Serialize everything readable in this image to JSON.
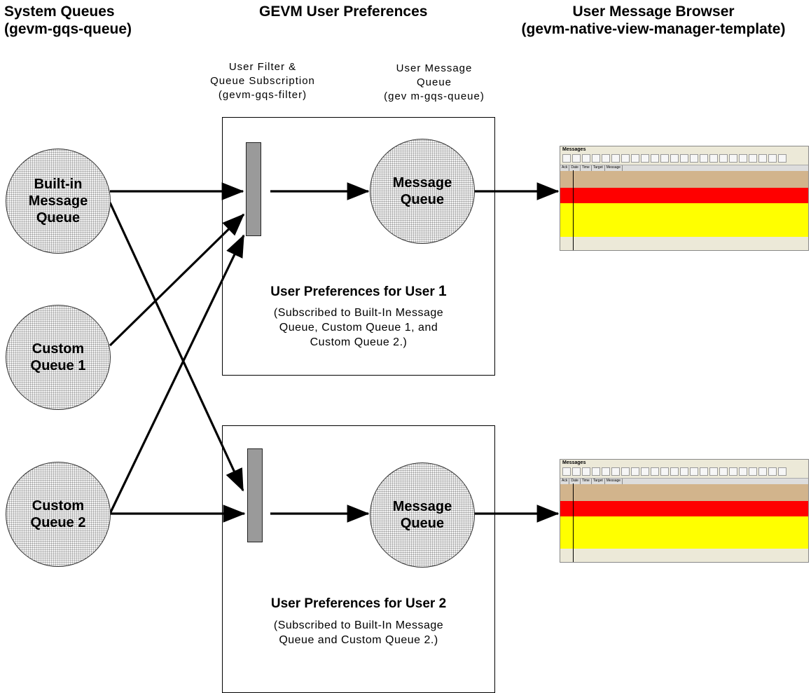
{
  "columns": {
    "system": {
      "title": "System Queues",
      "subtitle": "(gevm-gqs-queue)"
    },
    "prefs": {
      "title": "GEVM User Preferences"
    },
    "browser": {
      "title": "User Message Browser",
      "subtitle": "(gevm-native-view-manager-template)"
    }
  },
  "labels": {
    "filter": [
      "User Filter &",
      "Queue  Subscription",
      "(gevm-gqs-filter)"
    ],
    "message_queue": [
      "User  Message",
      "Queue",
      "(gev m-gqs-queue)"
    ]
  },
  "system_queues": [
    {
      "lines": [
        "Built-in",
        "Message",
        "Queue"
      ]
    },
    {
      "lines": [
        "Custom",
        "Queue 1"
      ]
    },
    {
      "lines": [
        "Custom",
        "Queue 2"
      ]
    }
  ],
  "user_prefs": [
    {
      "title": "User Preferences for User ",
      "num": "1",
      "queue_lines": [
        "Message",
        "Queue"
      ],
      "subtitle": [
        "(Subscribed to Built-In Message",
        "Queue, Custom Queue 1, and",
        "Custom Queue 2.)"
      ]
    },
    {
      "title": "User Preferences for User 2",
      "num": "",
      "queue_lines": [
        "Message",
        "Queue"
      ],
      "subtitle": [
        "(Subscribed to Built-In Message",
        "Queue and Custom Queue 2.)"
      ]
    }
  ],
  "browser_thumbnail": {
    "title": "Messages",
    "columns": [
      "Ack",
      "Date",
      "Time",
      "Target",
      "Message"
    ],
    "row_colors": [
      "#d2b48c",
      "#ff0000",
      "#ffff00",
      "#ffff00"
    ]
  },
  "colors": {
    "line": "#000000",
    "dot_fill": "#f3f3f3"
  }
}
